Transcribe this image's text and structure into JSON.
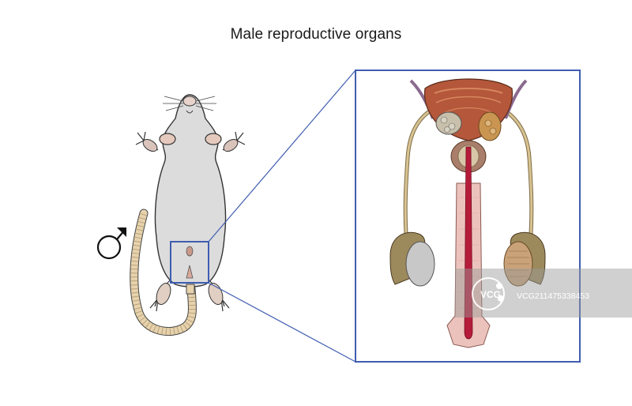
{
  "title": "Male reproductive organs",
  "male_symbol": "♂",
  "watermark": {
    "logo_text": "VCG",
    "id_text": "VCG211475338453"
  },
  "colors": {
    "frame": "#3f5db0",
    "connector": "#3f5db0",
    "mouse_body": "#dcdcdc",
    "mouse_outline": "#333333",
    "tail": "#e6d2ad",
    "urethra": "#b51c3a",
    "penis_tissue": "#ecc3bc",
    "bladder": "#b4573a",
    "vas_deferens": "#d8c392",
    "testis": "#9c8a5c",
    "testis_light": "#c8c8c8"
  }
}
